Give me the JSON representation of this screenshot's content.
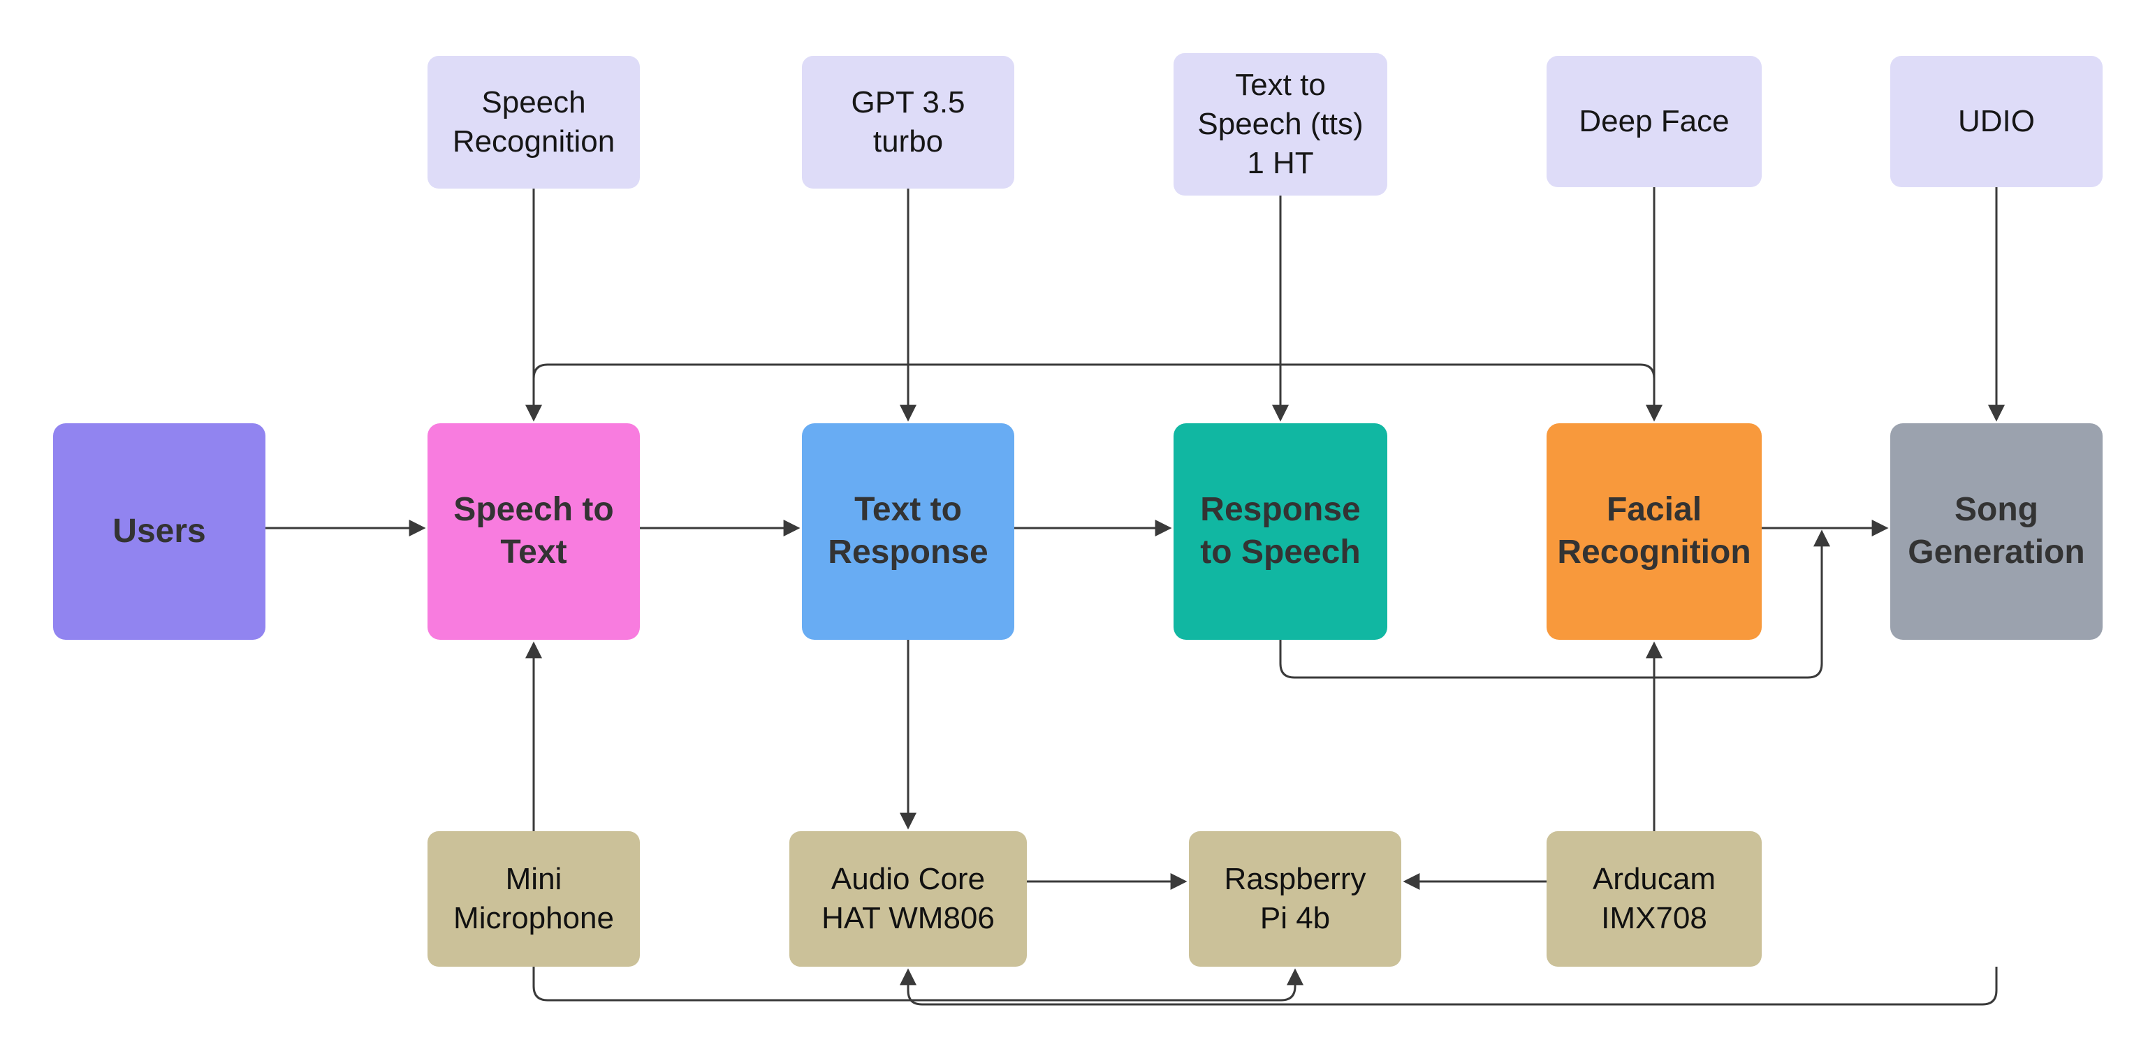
{
  "diagram": {
    "canvas_color": "#ffffff",
    "line_color": "#3a3a3a",
    "nodes": {
      "speech_recognition": {
        "label": "Speech\nRecognition",
        "fill": "#dedcf8",
        "role": "software"
      },
      "gpt_35_turbo": {
        "label": "GPT 3.5\nturbo",
        "fill": "#dedcf8",
        "role": "software"
      },
      "tts_1ht": {
        "label": "Text to\nSpeech (tts)\n1 HT",
        "fill": "#dedcf8",
        "role": "software"
      },
      "deep_face": {
        "label": "Deep Face",
        "fill": "#dedcf8",
        "role": "software"
      },
      "udio": {
        "label": "UDIO",
        "fill": "#dedcf8",
        "role": "software"
      },
      "users": {
        "label": "Users",
        "fill": "#9184f0",
        "role": "actor"
      },
      "speech_to_text": {
        "label": "Speech to\nText",
        "fill": "#f87cdf",
        "role": "process"
      },
      "text_to_response": {
        "label": "Text to\nResponse",
        "fill": "#68acf3",
        "role": "process"
      },
      "response_to_speech": {
        "label": "Response\nto Speech",
        "fill": "#11b7a2",
        "role": "process"
      },
      "facial_recognition": {
        "label": "Facial\nRecognition",
        "fill": "#f8993c",
        "role": "process"
      },
      "song_generation": {
        "label": "Song\nGeneration",
        "fill": "#9ba2ae",
        "role": "process"
      },
      "mini_microphone": {
        "label": "Mini\nMicrophone",
        "fill": "#cbc199",
        "role": "hardware"
      },
      "audio_core_hat": {
        "label": "Audio Core\nHAT WM806",
        "fill": "#cbc199",
        "role": "hardware"
      },
      "raspberry_pi": {
        "label": "Raspberry\nPi 4b",
        "fill": "#cbc199",
        "role": "hardware"
      },
      "arducam": {
        "label": "Arducam\nIMX708",
        "fill": "#cbc199",
        "role": "hardware"
      }
    },
    "edges": [
      {
        "from": "users",
        "to": "speech_to_text",
        "arrow": "right"
      },
      {
        "from": "speech_to_text",
        "to": "text_to_response",
        "arrow": "right"
      },
      {
        "from": "text_to_response",
        "to": "response_to_speech",
        "arrow": "right"
      },
      {
        "from": "facial_recognition",
        "to": "song_generation",
        "arrow": "right"
      },
      {
        "from": "speech_recognition",
        "to": "speech_to_text",
        "arrow": "down"
      },
      {
        "from": "gpt_35_turbo",
        "to": "text_to_response",
        "arrow": "down"
      },
      {
        "from": "tts_1ht",
        "to": "response_to_speech",
        "arrow": "down"
      },
      {
        "from": "deep_face",
        "to": "facial_recognition",
        "arrow": "down"
      },
      {
        "from": "udio",
        "to": "song_generation",
        "arrow": "down"
      },
      {
        "connects": [
          "speech_to_text",
          "facial_recognition"
        ],
        "arrow": "both-down",
        "note": "top bracket link merging into both top arrows"
      },
      {
        "from": "text_to_response",
        "to": "audio_core_hat",
        "arrow": "down"
      },
      {
        "from": "mini_microphone",
        "to": "speech_to_text",
        "arrow": "up"
      },
      {
        "from": "arducam",
        "to": "facial_recognition",
        "arrow": "up"
      },
      {
        "from": "audio_core_hat",
        "to": "raspberry_pi",
        "arrow": "right"
      },
      {
        "from": "arducam",
        "to": "raspberry_pi",
        "arrow": "left"
      },
      {
        "from": "response_to_speech",
        "to": "facial_recognition-song_generation-link",
        "arrow": "up",
        "note": "loops below and merges into that edge"
      },
      {
        "from": "mini_microphone",
        "to": "raspberry_pi",
        "arrow": "up",
        "note": "routed along bottom"
      },
      {
        "from": "song_generation",
        "to": "audio_core_hat",
        "arrow": "up",
        "note": "routed along bottom"
      }
    ]
  }
}
